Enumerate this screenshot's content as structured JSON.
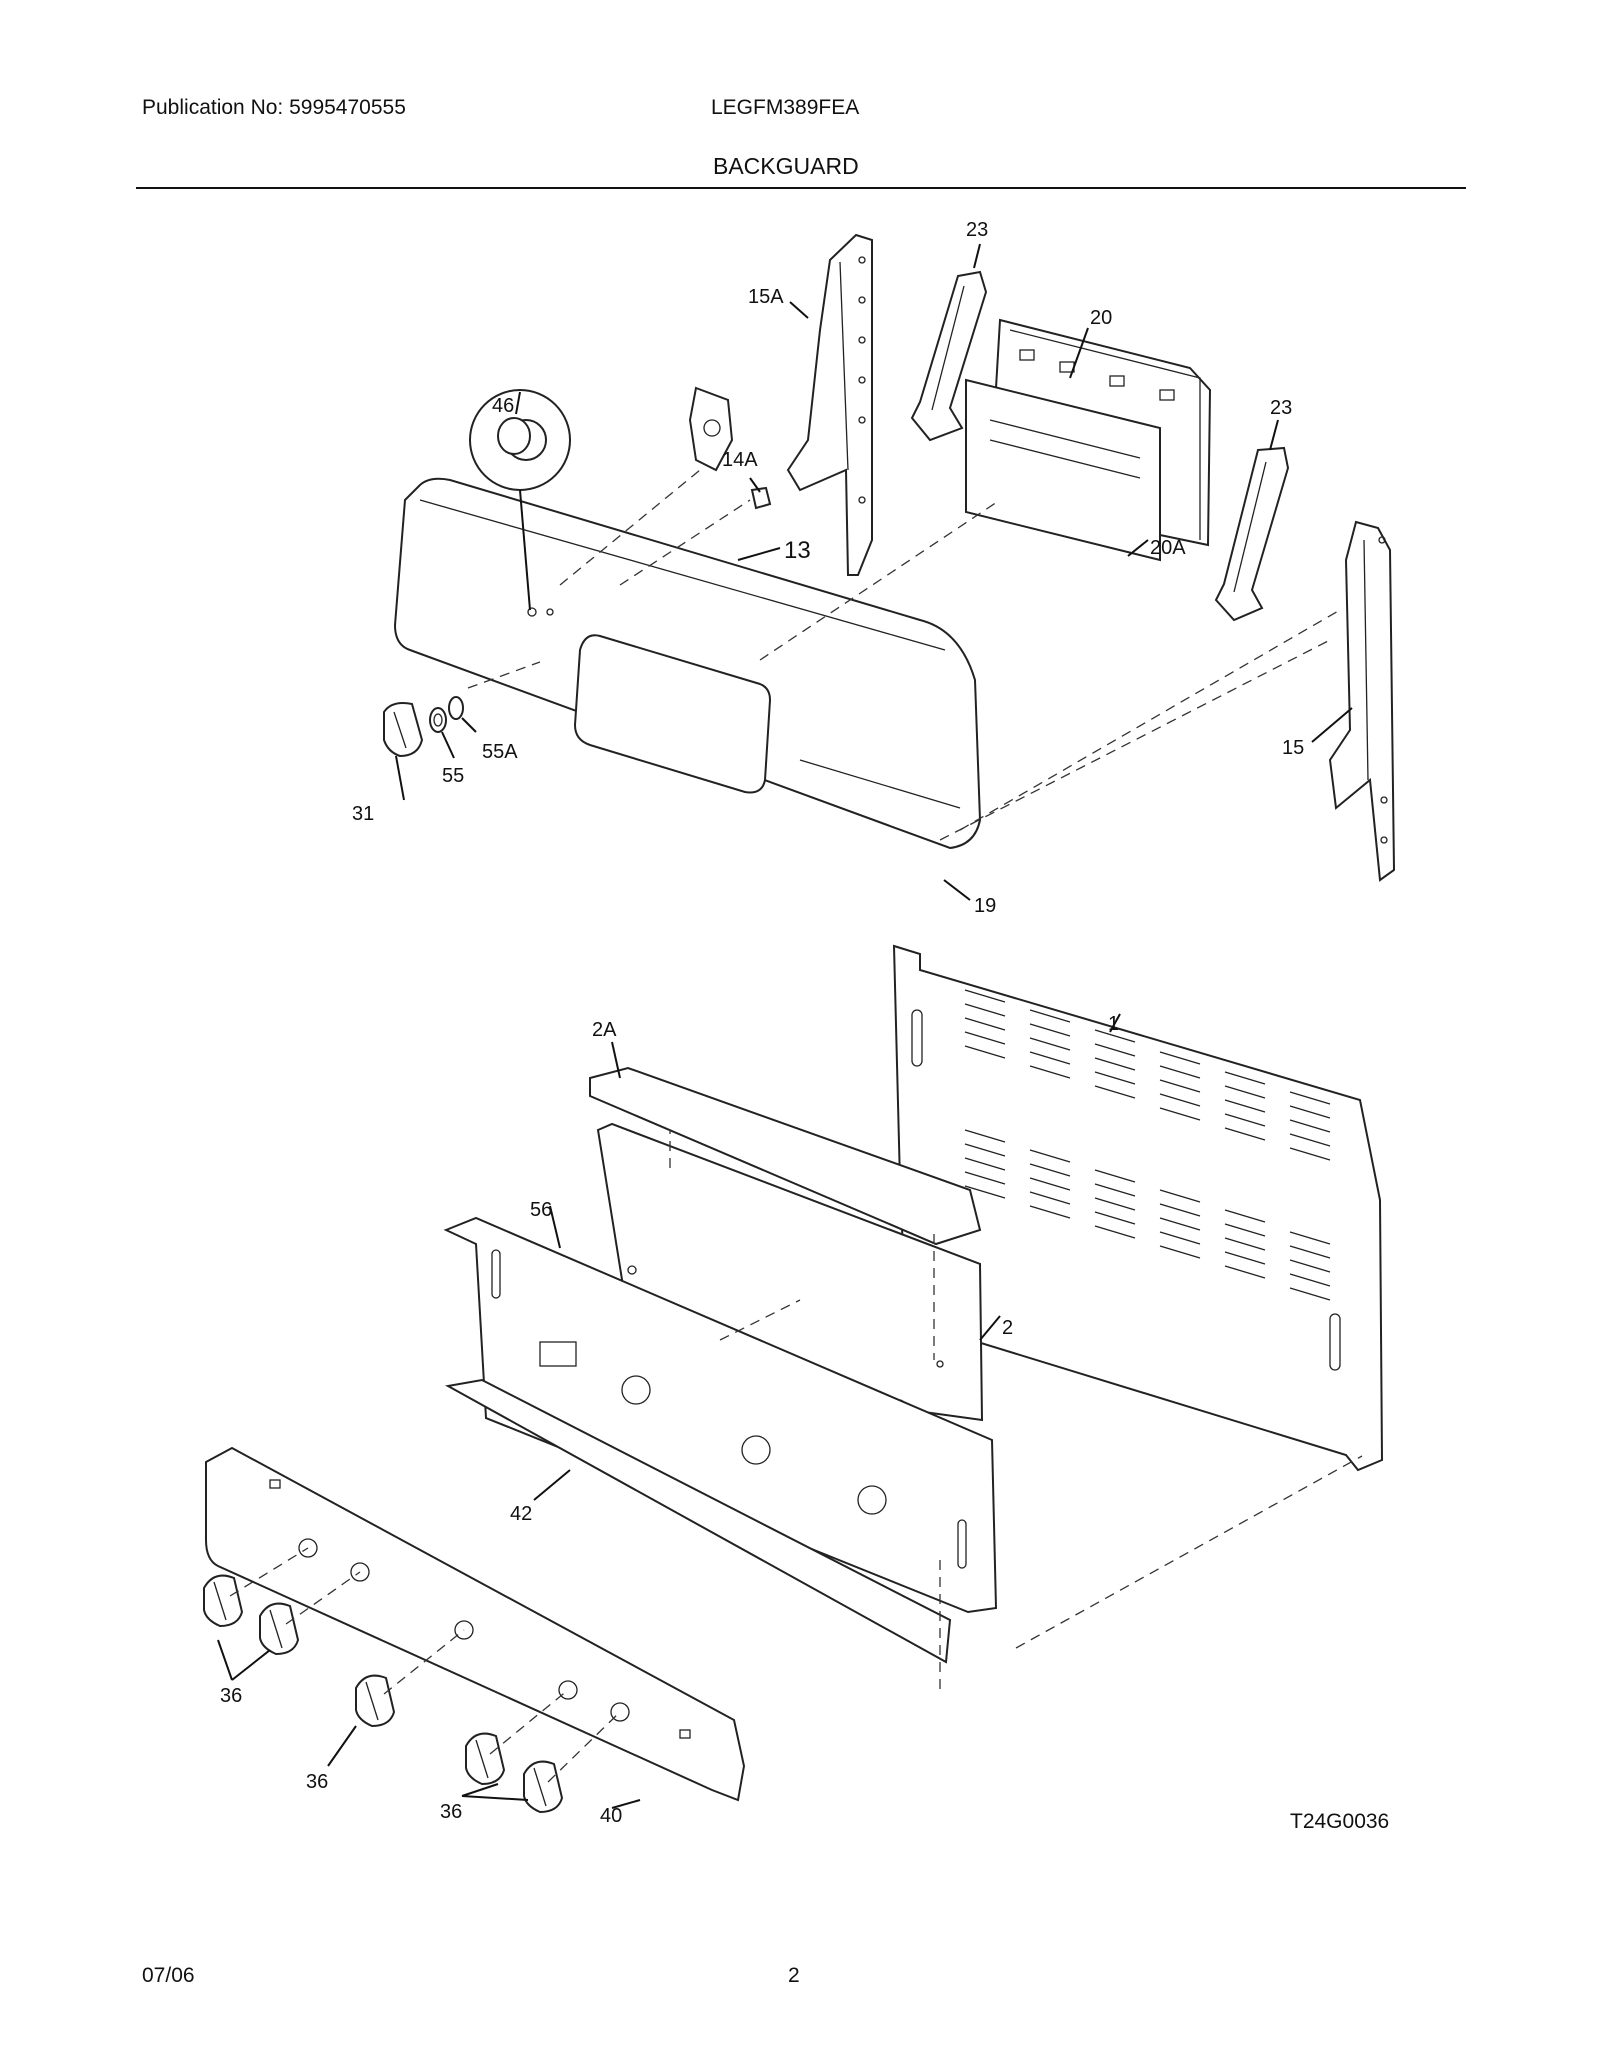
{
  "header": {
    "publication": "Publication No: 5995470555",
    "model": "LEGFM389FEA",
    "section": "BACKGUARD"
  },
  "footer": {
    "date": "07/06",
    "page": "2"
  },
  "diagram_code": "T24G0036",
  "callouts": {
    "c1": "1",
    "c2": "2",
    "c2A": "2A",
    "c13": "13",
    "c14A": "14A",
    "c15": "15",
    "c15A": "15A",
    "c19": "19",
    "c20": "20",
    "c20A": "20A",
    "c23a": "23",
    "c23b": "23",
    "c31": "31",
    "c36a": "36",
    "c36b": "36",
    "c36c": "36",
    "c40": "40",
    "c42": "42",
    "c46": "46",
    "c55": "55",
    "c55A": "55A",
    "c56": "56"
  }
}
